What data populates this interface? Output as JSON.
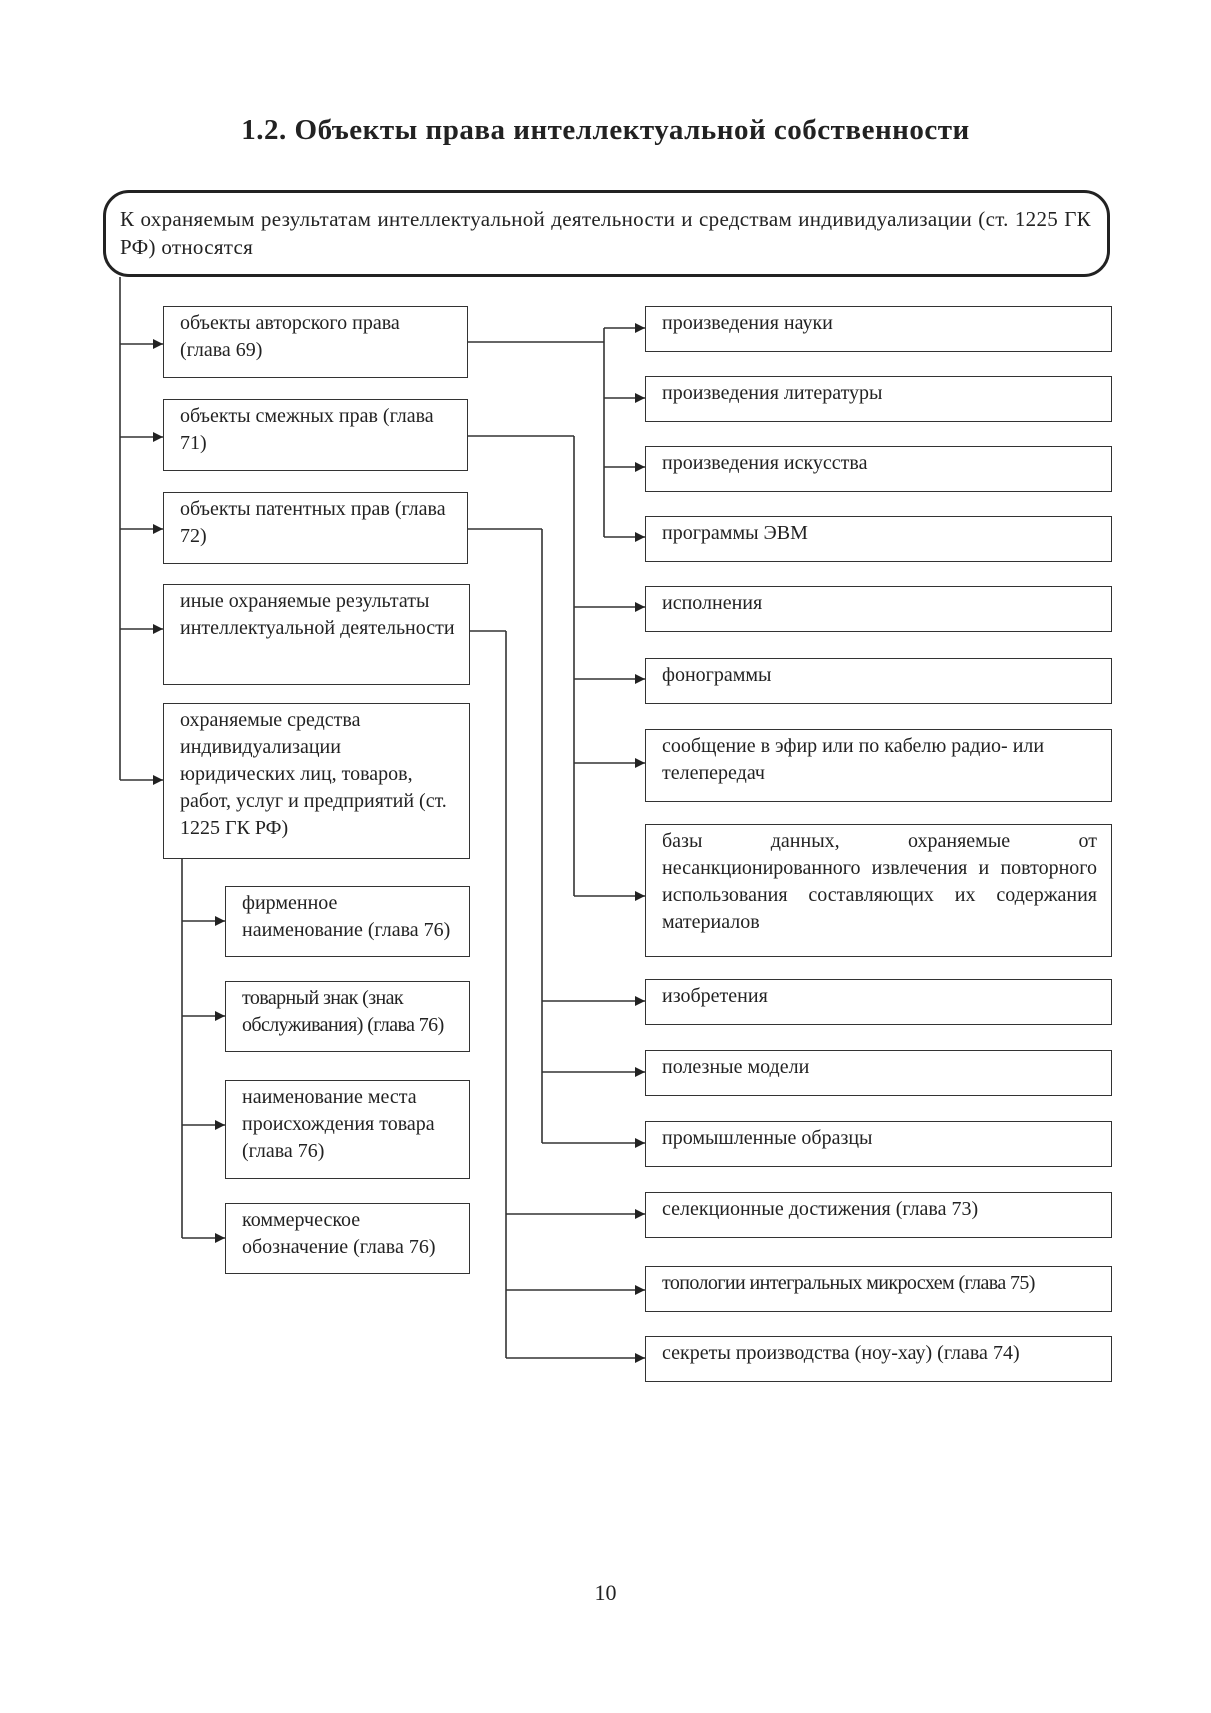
{
  "title": "1.2. Объекты права интеллектуальной собственности",
  "root": "К охраняемым результатам интеллектуальной деятельности и средствам индивидуализации (ст. 1225 ГК РФ) относятся",
  "categories": [
    "объекты авторского права (глава 69)",
    "объекты смежных прав (глава 71)",
    "объекты патентных прав (глава 72)",
    "иные охраняемые результаты интеллектуальной деятельности",
    "охраняемые средства индивидуализации юридических лиц, товаров, работ, услуг и предприятий (ст. 1225 ГК РФ)"
  ],
  "means": [
    "фирменное наименование (глава 76)",
    "товарный знак (знак обслуживания) (глава 76)",
    "наименование места происхождения товара (глава 76)",
    "коммерческое обозначение (глава 76)"
  ],
  "objects": [
    "произведения науки",
    "произведения литературы",
    "произведения искусства",
    "программы ЭВМ",
    "исполнения",
    "фонограммы",
    "сообщение в эфир или по кабелю радио- или телепередач",
    "базы данных, охраняемые от несанкционированного извлечения и повторного использования составляющих их содержания материалов",
    "изобретения",
    "полезные модели",
    "промышленные образцы",
    "селекционные достижения (глава 73)",
    "топологии интегральных микросхем (глава 75)",
    "секреты производства (ноу-хау) (глава 74)"
  ],
  "page_number": "10"
}
